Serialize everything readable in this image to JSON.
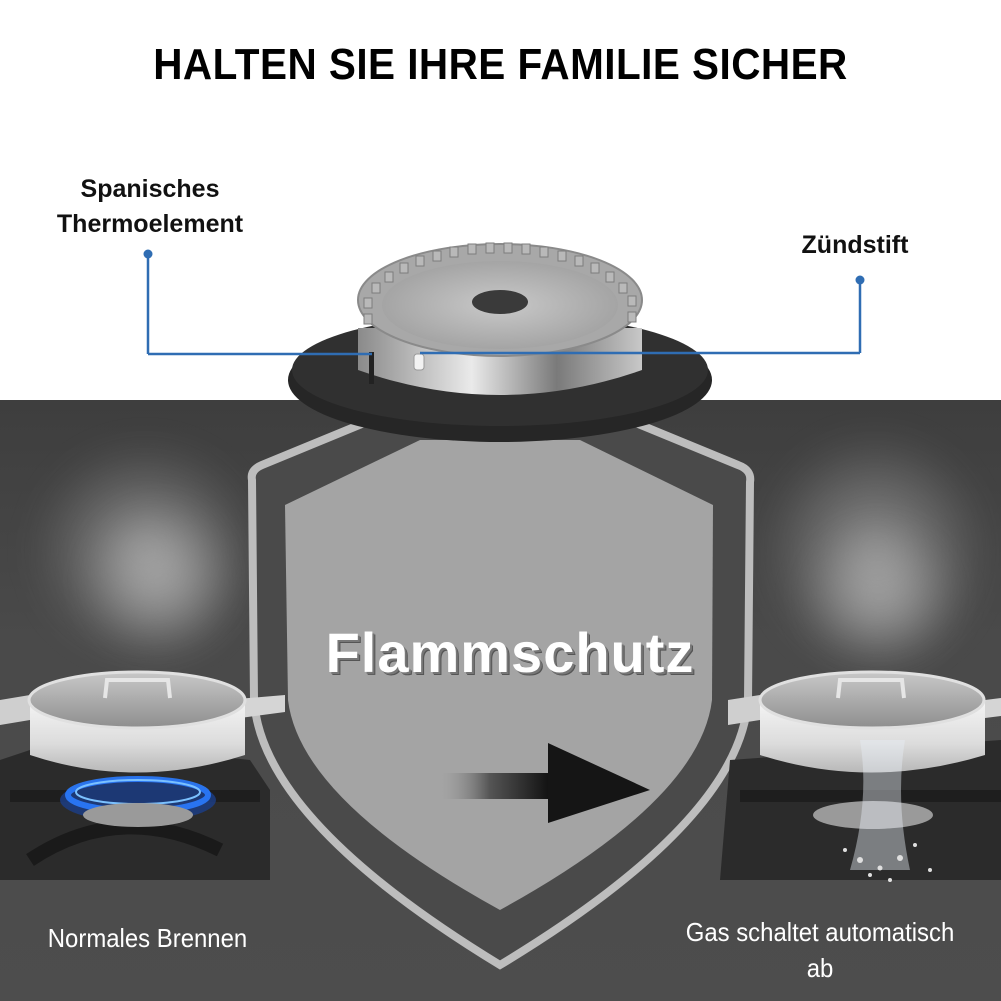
{
  "header": {
    "title": "HALTEN SIE IHRE FAMILIE SICHER"
  },
  "callouts": {
    "left": {
      "line1": "Spanisches",
      "line2": "Thermoelement"
    },
    "right": {
      "label": "Zündstift"
    }
  },
  "shield": {
    "label": "Flammschutz"
  },
  "captions": {
    "left": "Normales Brennen",
    "right_line1": "Gas schaltet automatisch",
    "right_line2": "ab"
  },
  "icons": {
    "arrow": "arrow-right-icon",
    "shield": "shield-icon",
    "flame": "gas-flame-icon"
  },
  "colors": {
    "callout_line": "#2f6db3",
    "flame": "#2a7bff",
    "background_dark": "#4a4a4a",
    "shield_fill": "#a4a4a4",
    "shield_border": "#bdbdbd"
  }
}
